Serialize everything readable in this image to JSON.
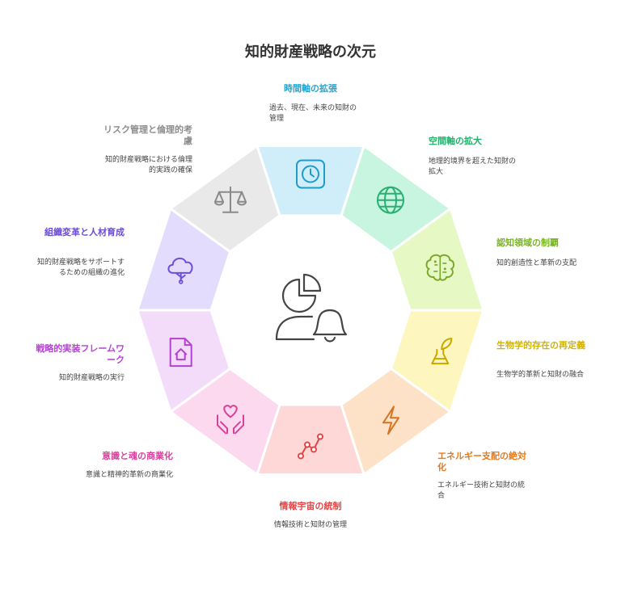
{
  "title": "知的財産戦略の次元",
  "segments": [
    {
      "label": "時間軸の拡張",
      "desc": "過去、現在、未来の知財の管理",
      "icon": "clock-icon",
      "color": "#cfeefa",
      "text_color": "#1ea7d6",
      "icon_color": "#1f9cc9"
    },
    {
      "label": "空間軸の拡大",
      "desc": "地理的境界を超えた知財の拡大",
      "icon": "globe-icon",
      "color": "#c8f5df",
      "text_color": "#21b26b",
      "icon_color": "#27b170"
    },
    {
      "label": "認知領域の制覇",
      "desc": "知的創造性と革新の支配",
      "icon": "brain-icon",
      "color": "#e6f8c4",
      "text_color": "#79b522",
      "icon_color": "#7aa82a"
    },
    {
      "label": "生物学的存在の再定義",
      "desc": "生物学的革新と知財の融合",
      "icon": "flask-icon",
      "color": "#fdf6bf",
      "text_color": "#d2b400",
      "icon_color": "#c9a900"
    },
    {
      "label": "エネルギー支配の絶対化",
      "desc": "エネルギー技術と知財の統合",
      "icon": "lightning-icon",
      "color": "#fde2c8",
      "text_color": "#e07b22",
      "icon_color": "#d77422"
    },
    {
      "label": "情報宇宙の統制",
      "desc": "情報技術と知財の管理",
      "icon": "line-chart-icon",
      "color": "#fed7d7",
      "text_color": "#e04646",
      "icon_color": "#e04848"
    },
    {
      "label": "意識と魂の商業化",
      "desc": "意識と精神的革新の商業化",
      "icon": "hands-heart-icon",
      "color": "#fcd9ee",
      "text_color": "#da3f9b",
      "icon_color": "#d84399"
    },
    {
      "label": "戦略的実装フレームワーク",
      "desc": "知的財産戦略の実行",
      "icon": "document-house-icon",
      "color": "#f3dcfa",
      "text_color": "#b740d6",
      "icon_color": "#b441d2"
    },
    {
      "label": "組織変革と人材育成",
      "desc": "知的財産戦略をサポートするための組織の進化",
      "icon": "cloud-icon",
      "color": "#e3dcfc",
      "text_color": "#6b4bd9",
      "icon_color": "#6d4fdb"
    },
    {
      "label": "リスク管理と倫理的考慮",
      "desc": "知的財産戦略における倫理的実践の確保",
      "icon": "scales-icon",
      "color": "#e9e9e9",
      "text_color": "#8c8c8c",
      "icon_color": "#8a8a8a"
    }
  ],
  "center_icon": "pie-user-bell-icon"
}
